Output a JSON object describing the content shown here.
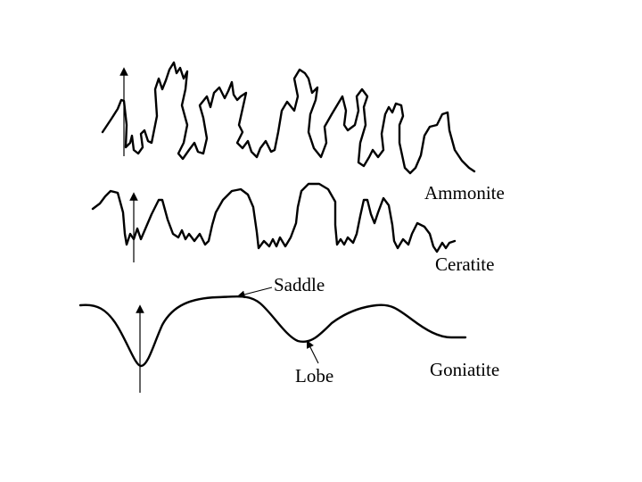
{
  "labels": {
    "ammonite": "Ammonite",
    "ceratite": "Ceratite",
    "goniatite": "Goniatite",
    "saddle": "Saddle",
    "lobe": "Lobe"
  },
  "colors": {
    "line": "#000000",
    "background": "#ffffff"
  }
}
